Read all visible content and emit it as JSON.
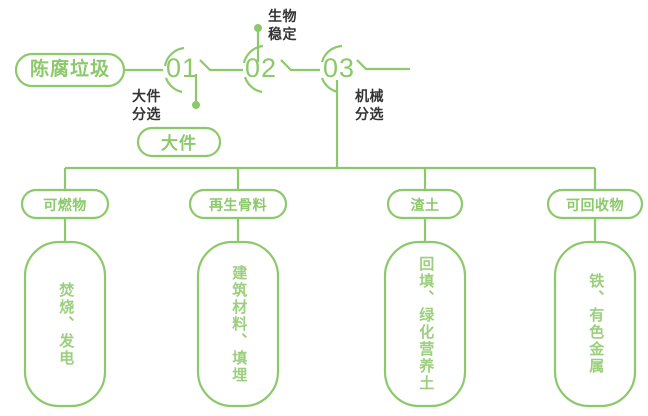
{
  "theme": {
    "line_color": "#8cc96b",
    "pill_color": "#8cc96b",
    "box_text_color": "#9ccf7d",
    "note_color": "#333333",
    "background": "#ffffff"
  },
  "diagram": {
    "type": "process-flow",
    "title_pill": {
      "label": "陈腐垃圾"
    },
    "steps": [
      {
        "number": "01",
        "note": "大件\n分选",
        "output_pill": "大件"
      },
      {
        "number": "02",
        "note": "生物\n稳定"
      },
      {
        "number": "03",
        "note": "机械\n分选"
      }
    ],
    "branches": [
      {
        "pill": "可燃物",
        "box": "焚烧、发电"
      },
      {
        "pill": "再生骨料",
        "box": "建筑材料、填埋"
      },
      {
        "pill": "渣土",
        "box": "回填、绿化营养土"
      },
      {
        "pill": "可回收物",
        "box": "铁、有色金属"
      }
    ]
  }
}
